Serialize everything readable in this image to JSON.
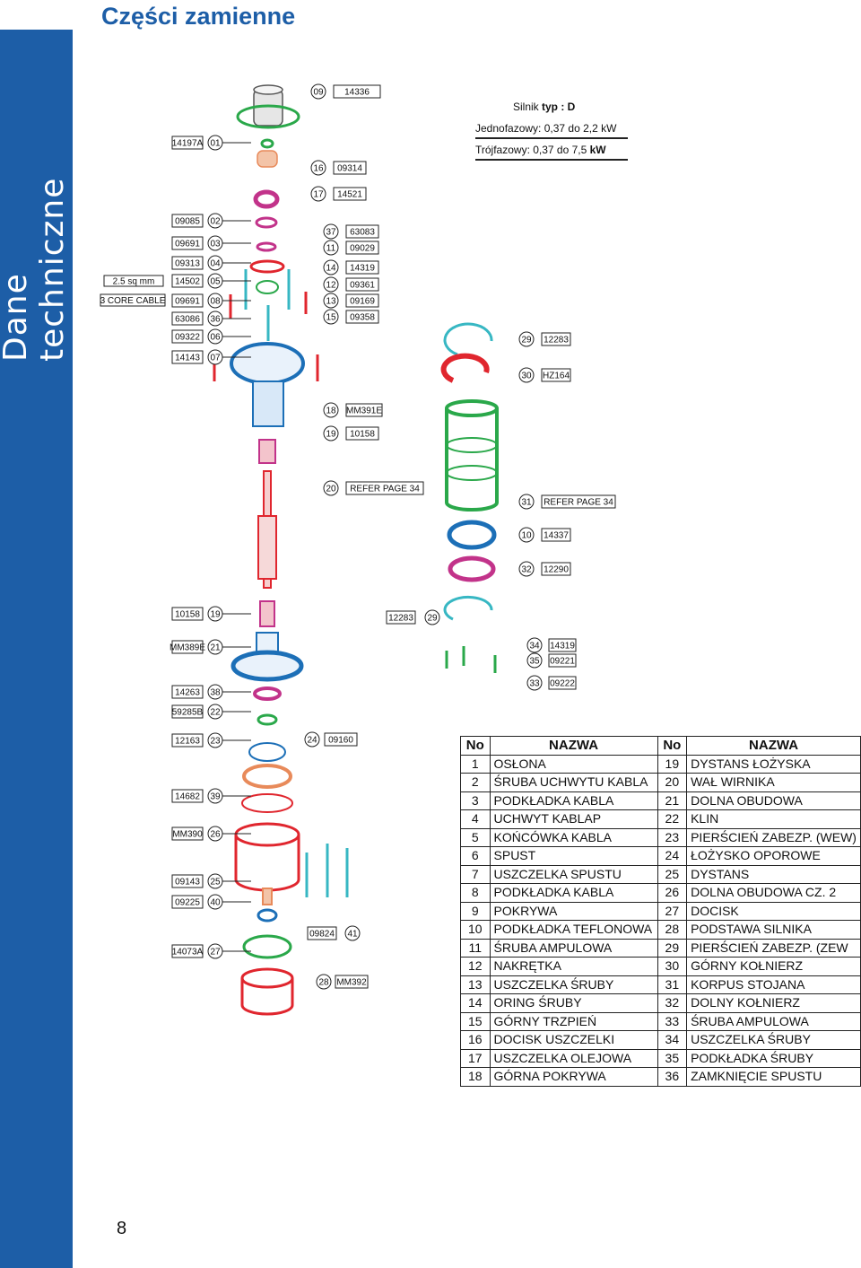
{
  "page": {
    "title": "Części zamienne",
    "sidebar_title": "Dane techniczne",
    "number": "8"
  },
  "motor": {
    "title_prefix": "Silnik ",
    "title_bold": "typ : D",
    "single_phase": "Jednofazowy: 0,37 do 2,2 kW",
    "three_phase_prefix": "Trójfazowy: 0,37 do 7,5 ",
    "three_phase_bold": "kW"
  },
  "colors": {
    "brand": "#1d5ea7",
    "green": "#2aa84a",
    "pink": "#c2338a",
    "red": "#e0262e",
    "blue": "#1c6fb7",
    "orange": "#e88a5a",
    "teal": "#37b7c3",
    "purple": "#8a4fb0"
  },
  "callouts": [
    {
      "code": "14197A",
      "num": "01"
    },
    {
      "code": "09085",
      "num": "02"
    },
    {
      "code": "09691",
      "num": "03"
    },
    {
      "code": "09313",
      "num": "04"
    },
    {
      "code": "14502",
      "num": "05"
    },
    {
      "code": "09691",
      "num": "08"
    },
    {
      "code": "63086",
      "num": "36"
    },
    {
      "code": "09322",
      "num": "06"
    },
    {
      "code": "14143",
      "num": "07"
    },
    {
      "code": "10158",
      "num": "19"
    },
    {
      "code": "MM389E",
      "num": "21"
    },
    {
      "code": "14263",
      "num": "38"
    },
    {
      "code": "59285B",
      "num": "22"
    },
    {
      "code": "12163",
      "num": "23"
    },
    {
      "code": "14682",
      "num": "39"
    },
    {
      "code": "MM390",
      "num": "26"
    },
    {
      "code": "09143",
      "num": "25"
    },
    {
      "code": "09225",
      "num": "40"
    },
    {
      "code": "14073A",
      "num": "27"
    }
  ],
  "extra_labels": {
    "sq_mm": "2.5 sq mm",
    "core_cable": "3 CORE CABLE"
  },
  "right_callouts": [
    {
      "num": "09",
      "code": "14336"
    },
    {
      "num": "16",
      "code": "09314"
    },
    {
      "num": "17",
      "code": "14521"
    },
    {
      "num": "37",
      "code": "63083"
    },
    {
      "num": "11",
      "code": "09029"
    },
    {
      "num": "14",
      "code": "14319"
    },
    {
      "num": "12",
      "code": "09361"
    },
    {
      "num": "13",
      "code": "09169"
    },
    {
      "num": "15",
      "code": "09358"
    },
    {
      "num": "18",
      "code": "MM391E"
    },
    {
      "num": "19",
      "code": "10158"
    },
    {
      "num": "20",
      "code": "REFER PAGE 34"
    },
    {
      "num": "29",
      "code": "12283"
    },
    {
      "num": "30",
      "code": "HZ164"
    },
    {
      "num": "31",
      "code": "REFER PAGE 34"
    },
    {
      "num": "10",
      "code": "14337"
    },
    {
      "num": "32",
      "code": "12290"
    },
    {
      "num": "34",
      "code": "14319"
    },
    {
      "num": "35",
      "code": "09221"
    },
    {
      "num": "33",
      "code": "09222"
    },
    {
      "num": "24",
      "code": "09160"
    },
    {
      "num": "41",
      "code": "09824"
    },
    {
      "num": "28",
      "code": "MM392"
    },
    {
      "num": "29",
      "code": "12283"
    }
  ],
  "table": {
    "headers": [
      "No",
      "NAZWA",
      "No",
      "NAZWA"
    ],
    "rows": [
      [
        "1",
        "OSŁONA",
        "19",
        "DYSTANS ŁOŻYSKA"
      ],
      [
        "2",
        "ŚRUBA UCHWYTU KABLA",
        "20",
        "WAŁ WIRNIKA"
      ],
      [
        "3",
        "PODKŁADKA KABLA",
        "21",
        "DOLNA OBUDOWA"
      ],
      [
        "4",
        "UCHWYT KABLAP",
        "22",
        "KLIN"
      ],
      [
        "5",
        "KOŃCÓWKA KABLA",
        "23",
        "PIERŚCIEŃ ZABEZP. (WEW)"
      ],
      [
        "6",
        "SPUST",
        "24",
        "ŁOŻYSKO OPOROWE"
      ],
      [
        "7",
        "USZCZELKA SPUSTU",
        "25",
        "DYSTANS"
      ],
      [
        "8",
        "PODKŁADKA KABLA",
        "26",
        "DOLNA OBUDOWA CZ. 2"
      ],
      [
        "9",
        "POKRYWA",
        "27",
        "DOCISK"
      ],
      [
        "10",
        "PODKŁADKA TEFLONOWA",
        "28",
        "PODSTAWA SILNIKA"
      ],
      [
        "11",
        "ŚRUBA AMPULOWA",
        "29",
        "PIERŚCIEŃ ZABEZP. (ZEW"
      ],
      [
        "12",
        "NAKRĘTKA",
        "30",
        "GÓRNY KOŁNIERZ"
      ],
      [
        "13",
        "USZCZELKA ŚRUBY",
        "31",
        "KORPUS STOJANA"
      ],
      [
        "14",
        "ORING ŚRUBY",
        "32",
        "DOLNY KOŁNIERZ"
      ],
      [
        "15",
        "GÓRNY TRZPIEŃ",
        "33",
        "ŚRUBA AMPULOWA"
      ],
      [
        "16",
        "DOCISK USZCZELKI",
        "34",
        "USZCZELKA ŚRUBY"
      ],
      [
        "17",
        "USZCZELKA OLEJOWA",
        "35",
        "PODKŁADKA ŚRUBY"
      ],
      [
        "18",
        "GÓRNA POKRYWA",
        "36",
        "ZAMKNIĘCIE SPUSTU"
      ]
    ]
  }
}
